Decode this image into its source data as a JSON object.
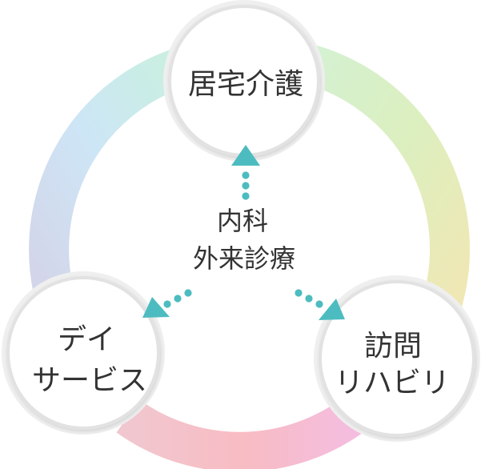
{
  "center": {
    "line1": "内科",
    "line2": "外来診療"
  },
  "nodes": {
    "top": {
      "line1": "居宅介護"
    },
    "left": {
      "line1": "デイ",
      "line2": "サービス"
    },
    "right": {
      "line1": "訪問",
      "line2": "リハビリ"
    }
  },
  "colors": {
    "arrow": "#4dbcc0",
    "ring": [
      "#c8ebd8",
      "#d6f0c4",
      "#ece9b8",
      "#f6bfc6",
      "#f5bcd8",
      "#cfe7f5"
    ],
    "circle_border": "#e6e6e6",
    "text": "#333333"
  }
}
